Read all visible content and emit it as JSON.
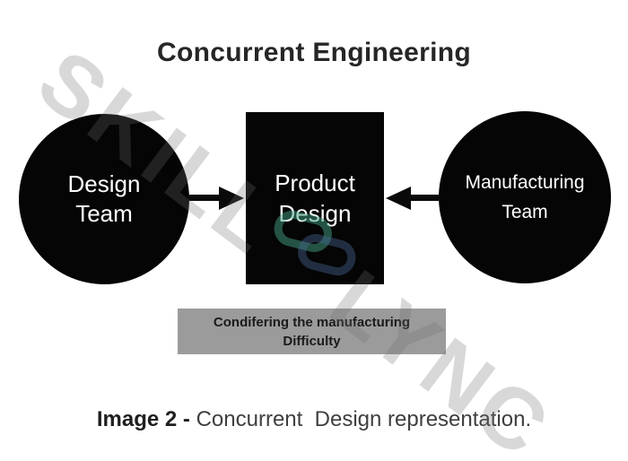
{
  "title": "Concurrent Engineering",
  "diagram": {
    "design_team": {
      "line1": "Design",
      "line2": "Team"
    },
    "product_design": {
      "line1": "Product",
      "line2": "Design"
    },
    "manufacturing_team": {
      "line1": "Manufacturing",
      "line2": "Team"
    },
    "note": {
      "line1": "Condifering the manufacturing",
      "line2": "Difficulty"
    },
    "colors": {
      "shape_fill": "#050505",
      "shape_text": "#ffffff",
      "note_bg": "#9b9b9b",
      "note_text": "#1b1b1b",
      "arrow": "#0a0a0a"
    }
  },
  "caption": {
    "bold": "Image 2 -",
    "rest": " Concurrent  Design representation."
  },
  "watermark": {
    "word1": "SKILL",
    "word2": "LYNC",
    "color": "#6e6e6e",
    "logo_teal": "#43a083",
    "logo_navy": "#496896"
  }
}
